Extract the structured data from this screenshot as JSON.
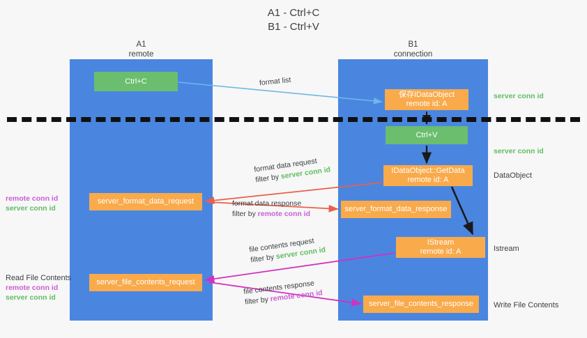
{
  "title": {
    "line1": "A1 - Ctrl+C",
    "line2": "B1 - Ctrl+V"
  },
  "lanes": [
    {
      "id": "a1",
      "name": "A1",
      "subtitle": "remote",
      "color": "#4a86e0"
    },
    {
      "id": "b1",
      "name": "B1",
      "subtitle": "connection",
      "color": "#4a86e0"
    }
  ],
  "colors": {
    "lane": "#4a86e0",
    "message_box": "#f9aa4b",
    "action_box": "#6abe6e",
    "server_conn_id": "#5fbd63",
    "remote_conn_id": "#c85fd4",
    "arrow_format_list": "#6fb6e8",
    "arrow_format_data": "#e8604c",
    "arrow_file_contents": "#d42fc0",
    "arrow_internal": "#1a1a1a",
    "separator": "#111111",
    "text": "#3c4043",
    "background": "#f7f7f7"
  },
  "boxes": {
    "ctrl_c": {
      "label": "Ctrl+C",
      "kind": "action"
    },
    "save_idataobject": {
      "label": "保存IDataObject",
      "sublabel": "remote id: A",
      "kind": "message"
    },
    "ctrl_v": {
      "label": "Ctrl+V",
      "kind": "action"
    },
    "getdata": {
      "label": "IDataObject::GetData",
      "sublabel": "remote id: A",
      "kind": "message"
    },
    "istream": {
      "label": "IStream",
      "sublabel": "remote id: A",
      "kind": "message"
    },
    "server_format_data_request": {
      "label": "server_format_data_request",
      "kind": "message"
    },
    "server_format_data_response": {
      "label": "server_format_data_response",
      "kind": "message"
    },
    "server_file_contents_request": {
      "label": "server_file_contents_request",
      "kind": "message"
    },
    "server_file_contents_response": {
      "label": "server_file_contents_response",
      "kind": "message"
    }
  },
  "edge_labels": {
    "format_list": {
      "line1": "format list"
    },
    "format_data_request": {
      "line1": "format data request",
      "filter_prefix": "filter by ",
      "filter_value": "server conn id"
    },
    "format_data_response": {
      "line1": "format data response",
      "filter_prefix": "filter by ",
      "filter_value": "remote conn id"
    },
    "file_contents_request": {
      "line1": "file contents request",
      "filter_prefix": "filter by ",
      "filter_value": "server conn id"
    },
    "file_contents_response": {
      "line1": "file contents response",
      "filter_prefix": "filter by ",
      "filter_value": "remote conn id"
    }
  },
  "annotations": {
    "right_top_conn": "server conn id",
    "right_mid_conn": "server conn id",
    "right_dataobject": "DataObject",
    "right_istream": "Istream",
    "right_write_file_contents": "Write File Contents",
    "left_mid_remote": "remote conn id",
    "left_mid_server": "server conn id",
    "left_read_file_contents": "Read File Contents",
    "left_bottom_remote": "remote conn id",
    "left_bottom_server": "server conn id"
  }
}
